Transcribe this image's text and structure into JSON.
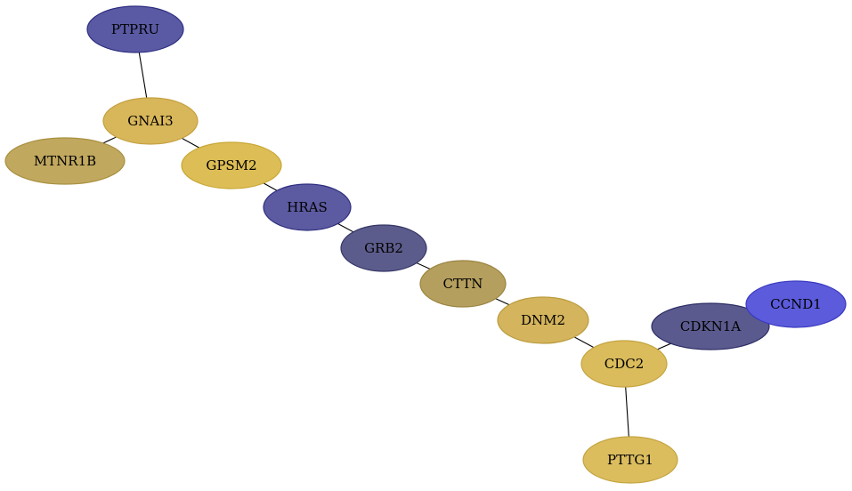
{
  "network": {
    "nodes": [
      {
        "id": "PTPRU",
        "label": "PTPRU",
        "fill": "#5A5AA4",
        "stroke": "#2E2E80"
      },
      {
        "id": "GNAI3",
        "label": "GNAI3",
        "fill": "#D8B65A",
        "stroke": "#C4A040"
      },
      {
        "id": "MTNR1B",
        "label": "MTNR1B",
        "fill": "#C1A85F",
        "stroke": "#A89040"
      },
      {
        "id": "GPSM2",
        "label": "GPSM2",
        "fill": "#DDBD55",
        "stroke": "#C8A838"
      },
      {
        "id": "HRAS",
        "label": "HRAS",
        "fill": "#5C5AA0",
        "stroke": "#2E2E80"
      },
      {
        "id": "GRB2",
        "label": "GRB2",
        "fill": "#5C5C8C",
        "stroke": "#353566"
      },
      {
        "id": "CTTN",
        "label": "CTTN",
        "fill": "#B59F5E",
        "stroke": "#9A8440"
      },
      {
        "id": "DNM2",
        "label": "DNM2",
        "fill": "#D4B45C",
        "stroke": "#BB9C40"
      },
      {
        "id": "CDC2",
        "label": "CDC2",
        "fill": "#DBBC5C",
        "stroke": "#C4A440"
      },
      {
        "id": "PTTG1",
        "label": "PTTG1",
        "fill": "#DBBD5E",
        "stroke": "#C4A440"
      },
      {
        "id": "CDKN1A",
        "label": "CDKN1A",
        "fill": "#5A5A8E",
        "stroke": "#2E2E66"
      },
      {
        "id": "CCND1",
        "label": "CCND1",
        "fill": "#5B5BDB",
        "stroke": "#3A3AC0"
      }
    ],
    "edges": [
      {
        "source": "PTPRU",
        "target": "GNAI3"
      },
      {
        "source": "GNAI3",
        "target": "MTNR1B"
      },
      {
        "source": "GNAI3",
        "target": "GPSM2"
      },
      {
        "source": "GPSM2",
        "target": "HRAS"
      },
      {
        "source": "HRAS",
        "target": "GRB2"
      },
      {
        "source": "GRB2",
        "target": "CTTN"
      },
      {
        "source": "CTTN",
        "target": "DNM2"
      },
      {
        "source": "DNM2",
        "target": "CDC2"
      },
      {
        "source": "CDC2",
        "target": "PTTG1"
      },
      {
        "source": "CDC2",
        "target": "CDKN1A"
      },
      {
        "source": "CDKN1A",
        "target": "CCND1"
      }
    ]
  }
}
